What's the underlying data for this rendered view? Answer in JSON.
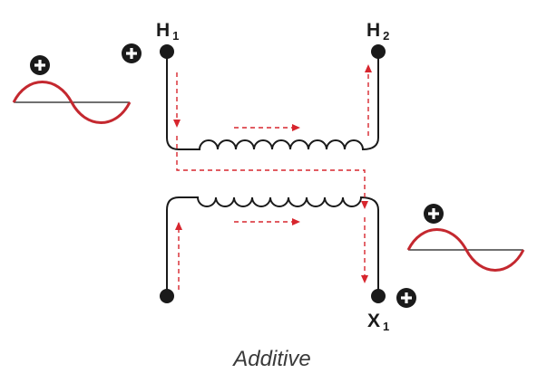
{
  "terminals": {
    "h1": {
      "letter": "H",
      "subscript": "1"
    },
    "h2": {
      "letter": "H",
      "subscript": "2"
    },
    "x1": {
      "letter": "X",
      "subscript": "1"
    }
  },
  "polarity_symbol": "plus-circle-icon",
  "caption": "Additive",
  "colors": {
    "winding": "#1a1a1a",
    "current_flow": "#d7262e",
    "waveform": "#c4282f"
  }
}
